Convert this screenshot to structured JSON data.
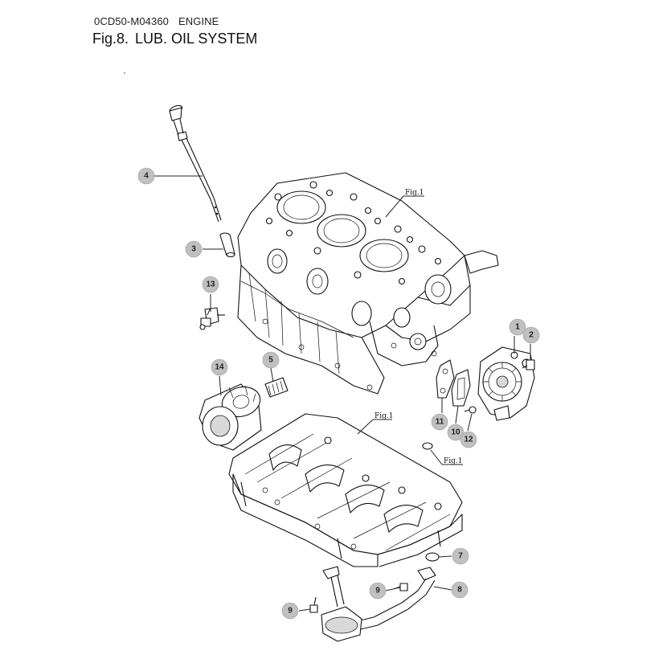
{
  "header": {
    "doc_code": "0CD50-M04360",
    "section": "ENGINE",
    "fig_number": "Fig.8.",
    "fig_title": "LUB. OIL SYSTEM"
  },
  "references": {
    "block": "Fig.1",
    "lower_case": "Fig.1",
    "seal": "Fig.1"
  },
  "callouts": [
    {
      "id": "1",
      "label": "1"
    },
    {
      "id": "2",
      "label": "2"
    },
    {
      "id": "3",
      "label": "3"
    },
    {
      "id": "4",
      "label": "4"
    },
    {
      "id": "5",
      "label": "5"
    },
    {
      "id": "7",
      "label": "7"
    },
    {
      "id": "8",
      "label": "8"
    },
    {
      "id": "9a",
      "label": "9"
    },
    {
      "id": "9b",
      "label": "9"
    },
    {
      "id": "10",
      "label": "10"
    },
    {
      "id": "11",
      "label": "11"
    },
    {
      "id": "12",
      "label": "12"
    },
    {
      "id": "13",
      "label": "13"
    },
    {
      "id": "14",
      "label": "14"
    }
  ],
  "colors": {
    "callout_fill": "#c0c0c0",
    "ink": "#111111"
  }
}
